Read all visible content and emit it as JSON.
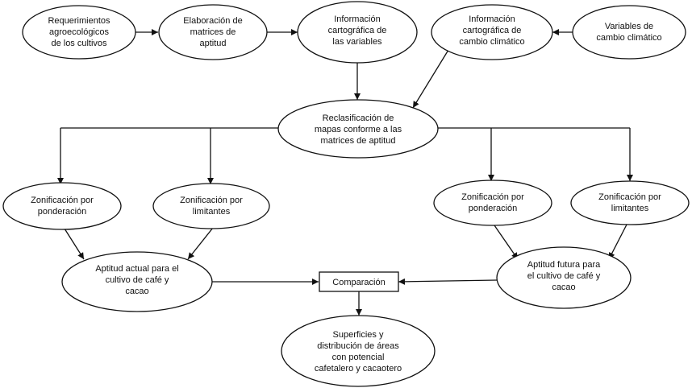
{
  "diagram": {
    "nodes": {
      "req": {
        "lines": [
          "Requerimientos",
          "agroecológicos",
          "de los cultivos"
        ]
      },
      "elab": {
        "lines": [
          "Elaboración de",
          "matrices de",
          "aptitud"
        ]
      },
      "info_var": {
        "lines": [
          "Información",
          "cartográfica de",
          "las variables"
        ]
      },
      "info_cc": {
        "lines": [
          "Información",
          "cartográfica de",
          "cambio climático"
        ]
      },
      "var_cc": {
        "lines": [
          "Variables de",
          "cambio climático"
        ]
      },
      "reclas": {
        "lines": [
          "Reclasificación de",
          "mapas conforme a las",
          "matrices de aptitud"
        ]
      },
      "zon_pond_actual": {
        "lines": [
          "Zonificación por",
          "ponderación"
        ]
      },
      "zon_lim_actual": {
        "lines": [
          "Zonificación por",
          "limitantes"
        ]
      },
      "zon_pond_futura": {
        "lines": [
          "Zonificación por",
          "ponderación"
        ]
      },
      "zon_lim_futura": {
        "lines": [
          "Zonificación por",
          "limitantes"
        ]
      },
      "apt_actual": {
        "lines": [
          "Aptitud actual para el",
          "cultivo de café y",
          "cacao"
        ]
      },
      "apt_futura": {
        "lines": [
          "Aptitud futura para",
          "el cultivo de café y",
          "cacao"
        ]
      },
      "comparacion": {
        "lines": [
          "Comparación"
        ]
      },
      "superficies": {
        "lines": [
          "Superficies y",
          "distribución de áreas",
          "con potencial",
          "cafetalero y cacaotero"
        ]
      }
    }
  }
}
